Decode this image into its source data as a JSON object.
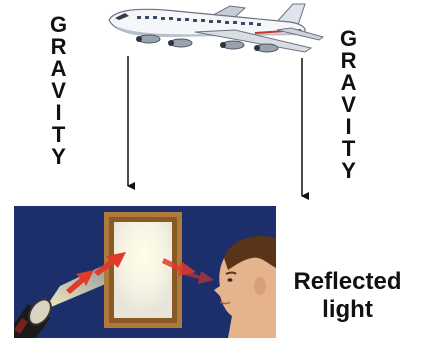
{
  "labels": {
    "gravity_left": [
      "G",
      "R",
      "A",
      "V",
      "I",
      "T",
      "Y"
    ],
    "gravity_right": [
      "G",
      "R",
      "A",
      "V",
      "I",
      "T",
      "Y"
    ],
    "caption_line1": "Reflected",
    "caption_line2": "light"
  },
  "colors": {
    "scene_background": "#1d2f6b",
    "frame": "#b07a3a",
    "mirror": "#f4f4f0",
    "light_ray": "#e03a2a",
    "skin": "#e6b48c",
    "hair": "#5a3418"
  },
  "icons": [
    "airplane-icon",
    "flashlight-icon",
    "mirror-icon",
    "face-icon",
    "arrow-down-icon"
  ]
}
